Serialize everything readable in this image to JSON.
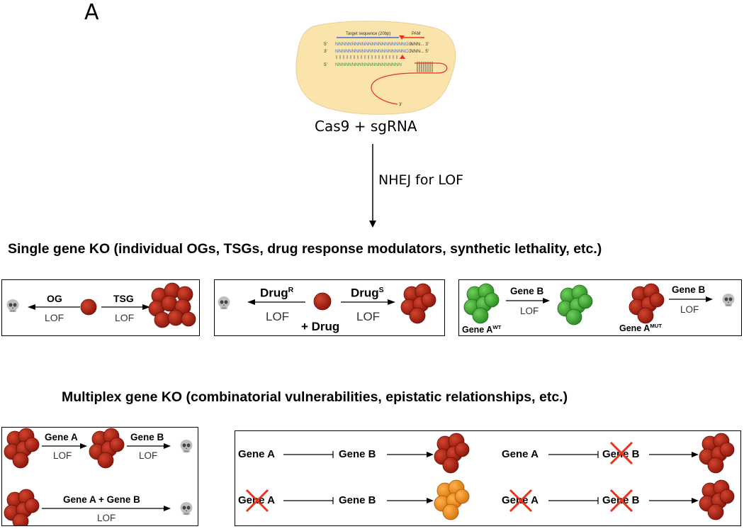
{
  "panel_letter": "A",
  "cas9": {
    "label": "Cas9 + sgRNA",
    "target_label": "Target sequence (20bp)",
    "pam_label": "PAM",
    "strand1_5": "5'",
    "strand1_seq": "NNNNNNNNNNNNNNNNNNNNNGG",
    "strand1_end": "NNN... 3'",
    "strand2_3": "3'",
    "strand2_seq": "NNNNNNNNNNNNNNNNNNNNNCC",
    "strand2_end": "NNN... 5'",
    "sgrna_5": "5'",
    "sgrna_seq": "NNNNNNNNNNNNNNNNNNNN",
    "sgrna_3": "3'"
  },
  "arrow_label": "NHEJ for LOF",
  "single_heading": "Single gene KO (individual OGs, TSGs, drug response modulators, synthetic lethality, etc.)",
  "multiplex_heading": "Multiplex gene KO (combinatorial vulnerabilities, epistatic relationships, etc.)",
  "box1": {
    "og": "OG",
    "tsg": "TSG",
    "lof_left": "LOF",
    "lof_right": "LOF"
  },
  "box2": {
    "drug_r": "Drug",
    "drug_r_sup": "R",
    "drug_s": "Drug",
    "drug_s_sup": "S",
    "lof_left": "LOF",
    "lof_right": "LOF",
    "plus_drug": "+ Drug"
  },
  "box3": {
    "gene_b_1": "Gene B",
    "lof_1": "LOF",
    "gene_a_wt": "Gene A",
    "wt_sup": "WT",
    "gene_b_2": "Gene B",
    "lof_2": "LOF",
    "gene_a_mut": "Gene A",
    "mut_sup": "MUT"
  },
  "box4": {
    "gene_a": "Gene A",
    "lof_a": "LOF",
    "gene_b": "Gene B",
    "lof_b": "LOF",
    "gene_ab": "Gene A + Gene B",
    "lof_ab": "LOF"
  },
  "box5": {
    "r1_a": "Gene A",
    "r1_b": "Gene B",
    "r1_a2": "Gene A",
    "r1_b2": "Gene B",
    "r2_a": "Gene A",
    "r2_b": "Gene B",
    "r2_a2": "Gene A",
    "r2_b2": "Gene B"
  },
  "colors": {
    "red_cell": "#b3200f",
    "green_cell": "#3aa630",
    "orange_cell": "#f08a1c",
    "cross": "#e8341c",
    "blob": "#fbe3ac"
  }
}
